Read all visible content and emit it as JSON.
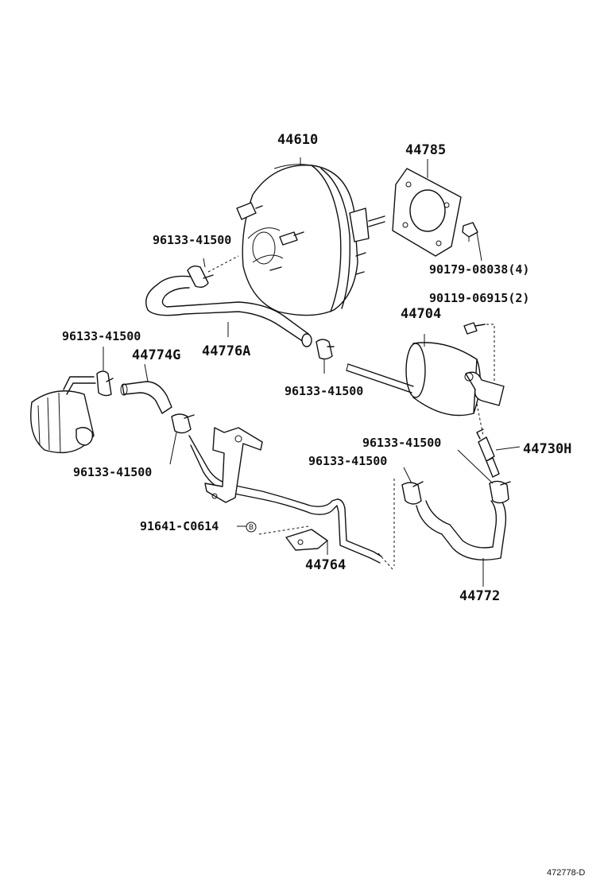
{
  "labels": {
    "p44610": "44610",
    "p44785": "44785",
    "p96133_a": "96133-41500",
    "p90179": "90179-08038(4)",
    "p90119": "90119-06915(2)",
    "p44704": "44704",
    "p96133_b": "96133-41500",
    "p44774g": "44774G",
    "p44776a": "44776A",
    "p96133_c": "96133-41500",
    "p96133_d": "96133-41500",
    "p44730h": "44730H",
    "p96133_e": "96133-41500",
    "p96133_f": "96133-41500",
    "p91641": "91641-C0614",
    "p91641_mark": "B",
    "p44764": "44764",
    "p44772": "44772"
  },
  "figure_id": "472778-D"
}
